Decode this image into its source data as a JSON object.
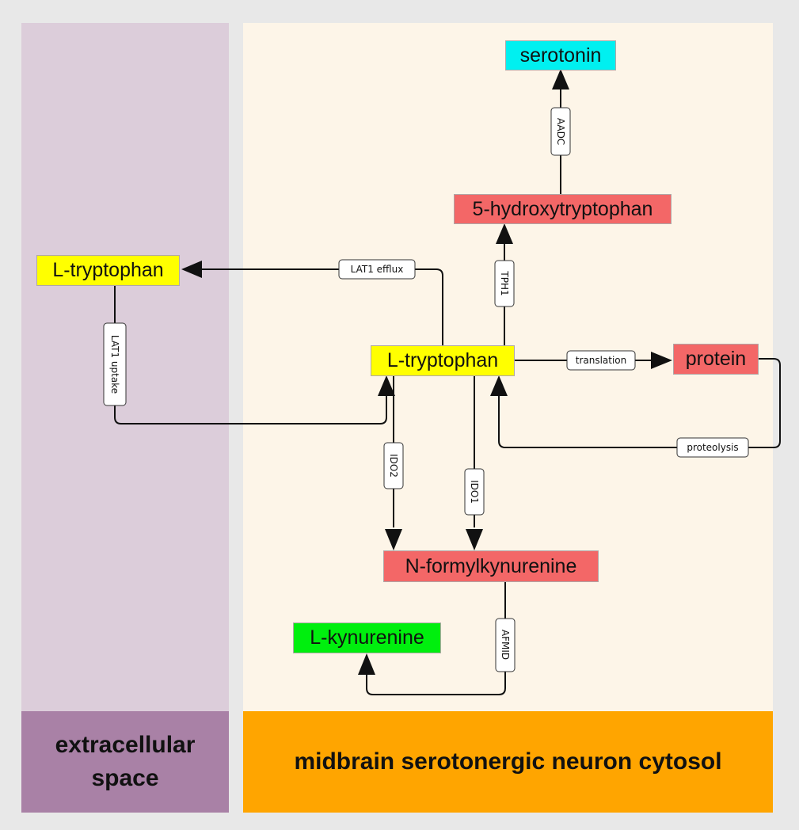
{
  "colors": {
    "extracellular_bg": "#dccdda",
    "cytosol_bg": "#fdf5e8",
    "extracellular_label_bg": "#a981a6",
    "cytosol_label_bg": "#ffa500",
    "metabolite_yellow": "#ffff00",
    "metabolite_red": "#f36767",
    "metabolite_cyan": "#00f0f0",
    "metabolite_green": "#00ef0e"
  },
  "compartments": {
    "extracellular": {
      "label_line1": "extracellular",
      "label_line2": "space"
    },
    "cytosol": {
      "label": "midbrain serotonergic neuron cytosol"
    }
  },
  "nodes": {
    "serotonin": "serotonin",
    "hydroxytryptophan": "5-hydroxytryptophan",
    "trp_extracellular": "L-tryptophan",
    "trp_cytosol": "L-tryptophan",
    "protein": "protein",
    "n_formylkynurenine": "N-formylkynurenine",
    "l_kynurenine": "L-kynurenine"
  },
  "enzymes": {
    "aadc": "AADC",
    "tph1": "TPH1",
    "lat1_efflux": "LAT1 efflux",
    "lat1_uptake": "LAT1 uptake",
    "translation": "translation",
    "proteolysis": "proteolysis",
    "ido2": "IDO2",
    "ido1": "IDO1",
    "afmid": "AFMID"
  }
}
